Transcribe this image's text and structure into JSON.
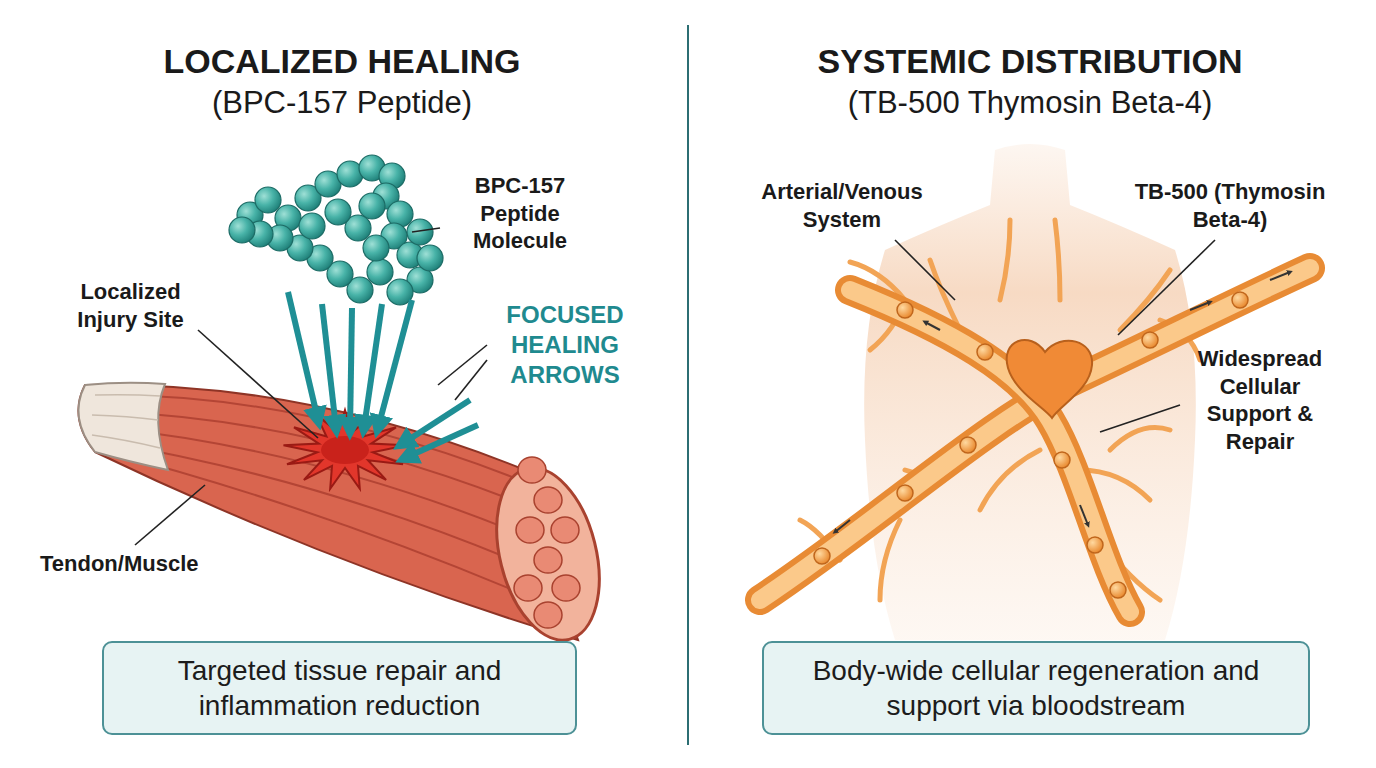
{
  "diagram": {
    "nodes": [
      {
        "text": [
          "Targeted tissue repair and inflammation reduction"
        ]
      },
      {
        "text": [
          "Body-wide cellular regeneration and support via bloodstream"
        ]
      }
    ],
    "labels": [
      "LOCALIZED HEALING",
      "(BPC-157 Peptide)",
      "BPC-157 Peptide Molecule",
      "Localized Injury Site",
      "FOCUSED HEALING ARROWS",
      "Tendon/Muscle",
      "SYSTEMIC DISTRIBUTION",
      "(TB-500 Thymosin Beta-4)",
      "Arterial/Venous System",
      "TB-500 (Thymosin Beta-4)",
      "Widespread Cellular Support & Repair"
    ]
  }
}
